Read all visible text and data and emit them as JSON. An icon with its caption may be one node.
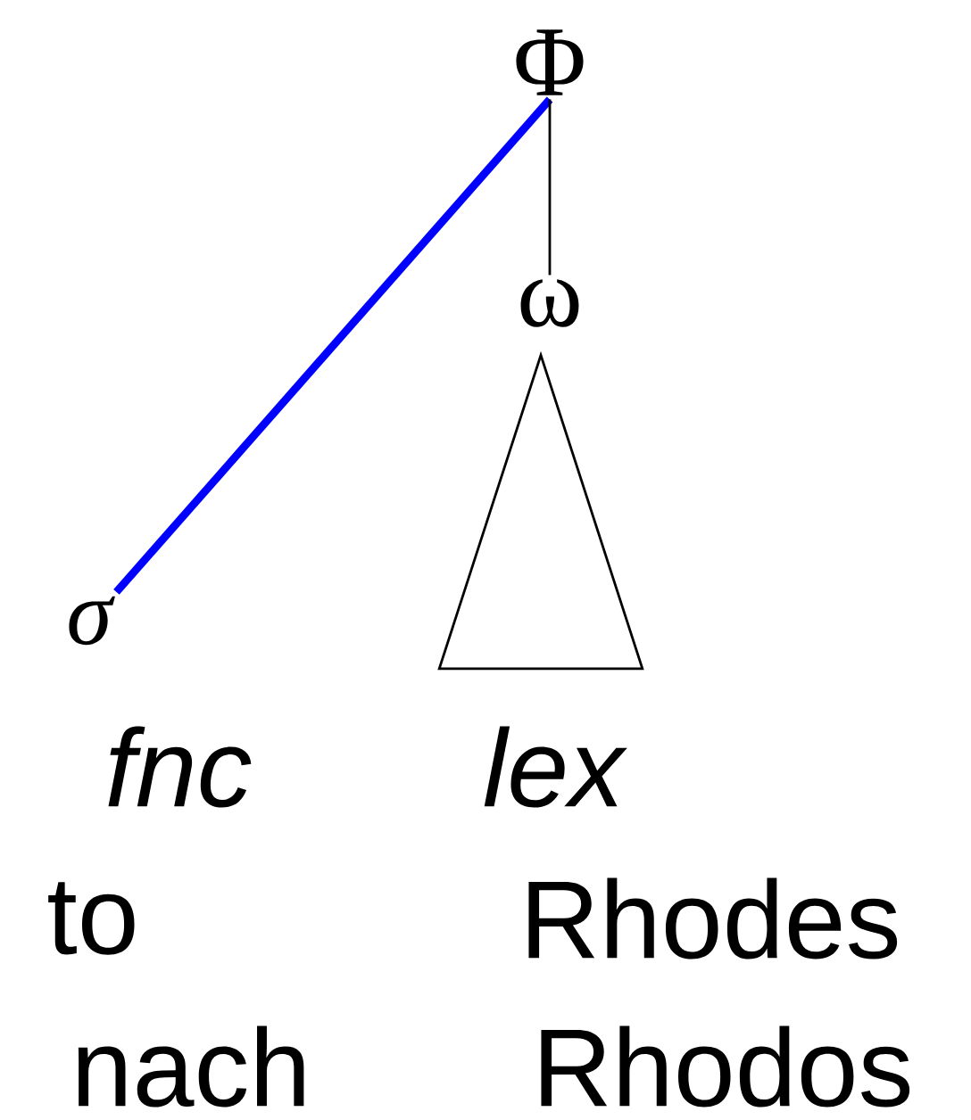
{
  "diagram": {
    "nodes": [
      {
        "text": [
          "Φ"
        ]
      },
      {
        "text": [
          "ω"
        ]
      },
      {
        "text": [],
        "shape": "triangle"
      },
      {
        "text": [
          "σ"
        ]
      }
    ],
    "edges": [
      {
        "from": 0,
        "to": 3,
        "arrow": "none",
        "style": "thick",
        "color": "#0000ff"
      },
      {
        "from": 0,
        "to": 1,
        "arrow": "none",
        "color": "#000000"
      }
    ],
    "labels": [
      "fnc",
      "lex",
      "to",
      "Rhodes",
      "nach",
      "Rhodos"
    ]
  }
}
